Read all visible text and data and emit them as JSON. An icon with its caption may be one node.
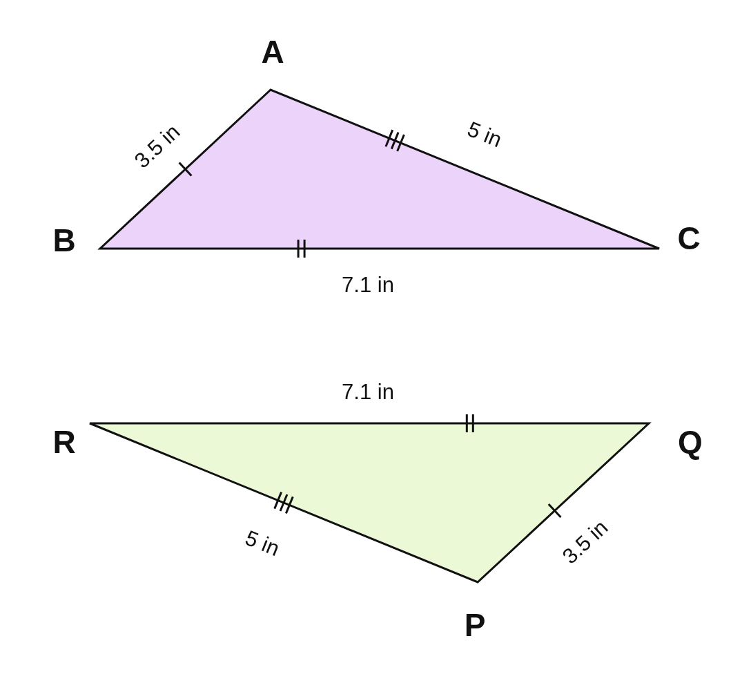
{
  "diagram": {
    "nodes": [
      {
        "text": [],
        "shape": "triangle",
        "beside": [
          "A",
          "3.5 in",
          "5 in",
          "B",
          "C",
          "7.1 in"
        ]
      },
      {
        "text": [],
        "shape": "triangle",
        "beside": [
          "7.1 in",
          "R",
          "Q",
          "5 in",
          "3.5 in",
          "P"
        ]
      }
    ]
  }
}
